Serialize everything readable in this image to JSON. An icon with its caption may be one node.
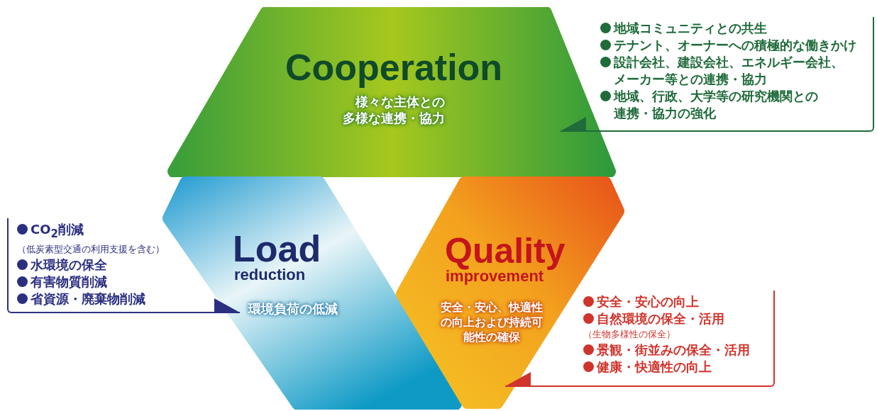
{
  "diagram": {
    "nodes": [
      {
        "text": [
          "Cooperation",
          "様々な主体との多様な連携・協力"
        ]
      },
      {
        "text": [
          "Load",
          "reduction",
          "環境負荷の低減"
        ]
      },
      {
        "text": [
          "Quality",
          "improvement",
          "安全・安心、快適性の向上および持続可能性の確保"
        ]
      },
      {
        "text": [
          "地域コミュニティとの共生",
          "テナント、オーナーへの積極的な働きかけ",
          "設計会社、建設会社、エネルギー会社、メーカー等との連携・協力",
          "地域、行政、大学等の研究機関との連携・協力の強化"
        ]
      },
      {
        "text": [
          "CO$_{2}$削減",
          "（低炭素型交通の利用支援を含む）",
          "水環境の保全",
          "有害物質削減",
          "省資源・廃棄物削減"
        ]
      },
      {
        "text": [
          "安全・安心の向上",
          "自然環境の保全・活用",
          "（生物多様性の保全）",
          "景観・街並みの保全・活用",
          "健康・快適性の向上"
        ]
      }
    ],
    "edges": [
      {
        "from": 3,
        "to": 0,
        "arrow": "to",
        "color": "#1f6b3a"
      },
      {
        "from": 4,
        "to": 1,
        "arrow": "to",
        "color": "#2b2f80"
      },
      {
        "from": 5,
        "to": 2,
        "arrow": "to",
        "color": "#d0342c"
      }
    ]
  }
}
